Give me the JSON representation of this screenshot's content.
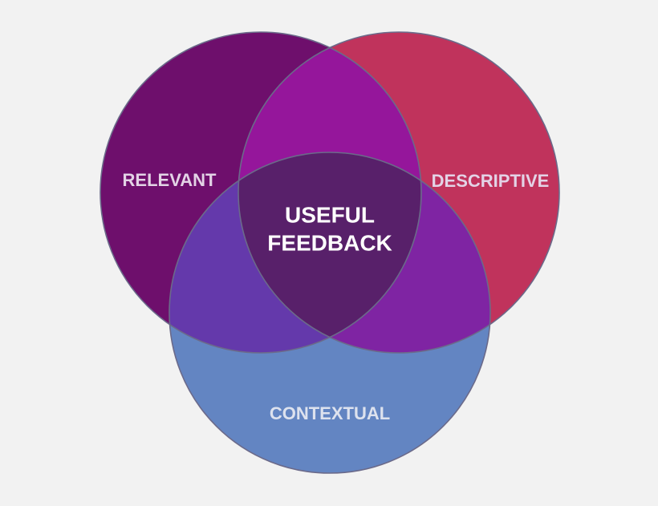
{
  "diagram": {
    "labels": {
      "relevant": "RELEVANT",
      "descriptive": "DESCRIPTIVE",
      "contextual": "CONTEXTUAL",
      "center_line1": "USEFUL",
      "center_line2": "FEEDBACK"
    },
    "colors": {
      "background": "#f2f2f2",
      "relevant_only": "#6e0f6c",
      "descriptive_only": "#c0335c",
      "contextual_only": "#6385c2",
      "relevant_descriptive": "#95169b",
      "relevant_contextual": "#6439ab",
      "descriptive_contextual": "#7f24a3",
      "all_three": "#58206a",
      "outline": "#6b6a8a"
    }
  }
}
